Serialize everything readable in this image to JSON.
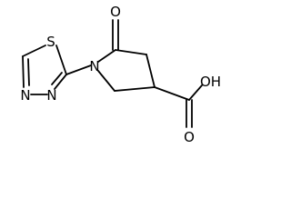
{
  "molecule": {
    "atoms": {
      "carbonyl_oxygen": "O",
      "ring_nitrogen": "N",
      "thiadiazole_sulfur": "S",
      "thiadiazole_n3": "N",
      "thiadiazole_n4": "N",
      "hydroxyl": "OH",
      "acid_oxygen": "O"
    }
  }
}
